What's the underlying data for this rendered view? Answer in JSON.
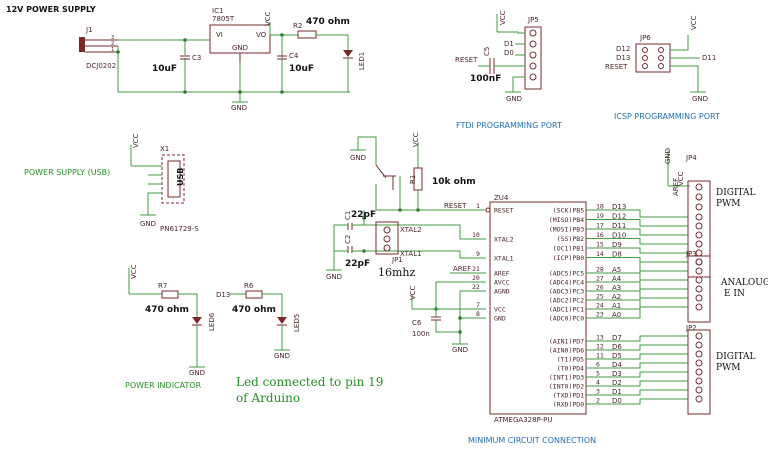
{
  "titles": {
    "supply12": "12V POWER SUPPLY",
    "usb": "POWER SUPPLY (USB)",
    "ftdi": "FTDI PROGRAMMING PORT",
    "icsp": "ICSP PROGRAMMING PORT",
    "indicator": "POWER INDICATOR",
    "minimum": "MINIMUM CIRCUIT CONNECTION"
  },
  "notes": {
    "led_line1": "Led connected to pin 19",
    "led_line2": "of Arduino"
  },
  "values": {
    "r470": "470 ohm",
    "c10u": "10uF",
    "c100n": "100nF",
    "r10k": "10k ohm",
    "c22p": "22pF",
    "c100n_short": "100n",
    "xtal": "16mhz"
  },
  "refs": {
    "j1": "J1",
    "dc": "DCJ0202",
    "ic1": "IC1",
    "reg": "7805T",
    "vi": "VI",
    "vo": "VO",
    "gnd": "GND",
    "c3": "C3",
    "c4": "C4",
    "r2": "R2",
    "led1": "LED1",
    "jp5": "JP5",
    "c5": "C5",
    "jp6": "JP6",
    "x1": "X1",
    "usb_label": "USB",
    "usb_part": "PN61729-S",
    "r7": "R7",
    "r6": "R6",
    "led6": "LED6",
    "led5": "LED5",
    "r1": "R1",
    "c1": "C1",
    "c2": "C2",
    "jp1": "JP1",
    "c6": "C6",
    "zu4": "ZU4",
    "mcu": "ATMEGA328P-PU",
    "jp4": "JP4",
    "jp3": "JP3",
    "jp2": "JP2",
    "vcc": "VCC",
    "reset": "RESET",
    "aref": "AREF",
    "d13": "D13"
  },
  "ftdi_pins": [
    "D1",
    "D0"
  ],
  "icsp_pins": {
    "left": [
      "D12",
      "D13",
      "RESET"
    ],
    "right": "D11"
  },
  "mcu_left": [
    {
      "pin": "1",
      "name": "RESET"
    },
    {
      "pin": "10",
      "name": "XTAL2"
    },
    {
      "pin": "9",
      "name": "XTAL1"
    },
    {
      "pin": "21",
      "name": "AREF"
    },
    {
      "pin": "20",
      "name": "AVCC"
    },
    {
      "pin": "22",
      "name": "AGND"
    },
    {
      "pin": "7",
      "name": "VCC"
    },
    {
      "pin": "8",
      "name": "GND"
    }
  ],
  "mcu_right_top": [
    {
      "pin": "18",
      "name": "(SCK)PB5",
      "net": "D13"
    },
    {
      "pin": "19",
      "name": "(MISO)PB4",
      "net": "D12"
    },
    {
      "pin": "17",
      "name": "(MOSI)PB3",
      "net": "D11"
    },
    {
      "pin": "16",
      "name": "(SS)PB2",
      "net": "D10"
    },
    {
      "pin": "15",
      "name": "(OC1)PB1",
      "net": "D9"
    },
    {
      "pin": "14",
      "name": "(ICP)PB0",
      "net": "D8"
    }
  ],
  "mcu_right_mid": [
    {
      "pin": "28",
      "name": "(ADC5)PC5",
      "net": "A5"
    },
    {
      "pin": "27",
      "name": "(ADC4)PC4",
      "net": "A4"
    },
    {
      "pin": "26",
      "name": "(ADC3)PC3",
      "net": "A3"
    },
    {
      "pin": "25",
      "name": "(ADC2)PC2",
      "net": "A2"
    },
    {
      "pin": "24",
      "name": "(ADC1)PC1",
      "net": "A1"
    },
    {
      "pin": "23",
      "name": "(ADC0)PC0",
      "net": "A0"
    }
  ],
  "mcu_right_bot": [
    {
      "pin": "13",
      "name": "(AIN1)PD7",
      "net": "D7"
    },
    {
      "pin": "12",
      "name": "(AIN0)PD6",
      "net": "D6"
    },
    {
      "pin": "11",
      "name": "(T1)PD5",
      "net": "D5"
    },
    {
      "pin": "6",
      "name": "(T0)PD4",
      "net": "D4"
    },
    {
      "pin": "5",
      "name": "(INT1)PD3",
      "net": "D3"
    },
    {
      "pin": "4",
      "name": "(INT0)PD2",
      "net": "D2"
    },
    {
      "pin": "3",
      "name": "(TXD)PD1",
      "net": "D1"
    },
    {
      "pin": "2",
      "name": "(RXD)PD0",
      "net": "D0"
    }
  ],
  "headers": {
    "digital_pwm_top": [
      "DIGITAL",
      "PWM"
    ],
    "analog": [
      "ANALOUG",
      "E IN"
    ],
    "digital_pwm_bot": [
      "DIGITAL",
      "PWM"
    ]
  }
}
